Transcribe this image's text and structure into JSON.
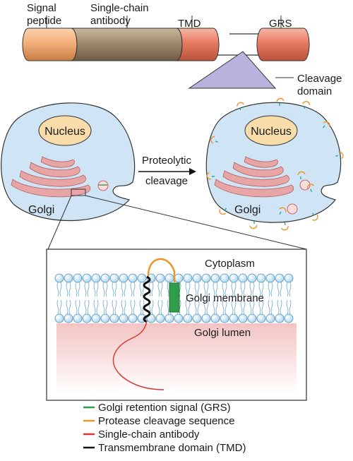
{
  "construct": {
    "signal_peptide": "Signal\npeptide",
    "single_chain_antibody": "Single-chain\nantibody",
    "tmd": "TMD",
    "grs": "GRS",
    "cleavage_domain": "Cleavage\ndomain"
  },
  "cells": {
    "nucleus_before": "Nucleus",
    "nucleus_after": "Nucleus",
    "golgi_before": "Golgi",
    "golgi_after": "Golgi",
    "arrow_label": "Proteolytic\ncleavage"
  },
  "inset": {
    "cytoplasm": "Cytoplasm",
    "golgi_membrane": "Golgi membrane",
    "golgi_lumen": "Golgi lumen"
  },
  "legend": [
    {
      "color": "#2e9e4a",
      "label": "Golgi retention signal (GRS)"
    },
    {
      "color": "#f0932a",
      "label": "Protease cleavage sequence"
    },
    {
      "color": "#d63a2f",
      "label": "Single-chain antibody"
    },
    {
      "color": "#111111",
      "label": "Transmembrane domain (TMD)"
    }
  ],
  "colors": {
    "signal_peptide": "#f4b07a",
    "antibody": "#a08a6e",
    "tmd": "#e87b62",
    "grs": "#e87b62",
    "cleavage": "#b9b2dc",
    "cell": "#cfe4f4",
    "nucleus": "#f8dcaa",
    "golgi": "#e8a5a5",
    "lipid_head": "#c9e6f7",
    "lumen": "#f7cfcf"
  }
}
